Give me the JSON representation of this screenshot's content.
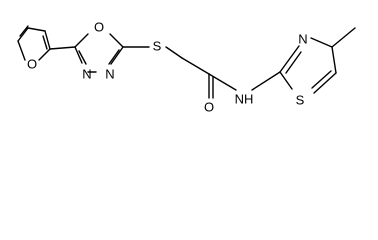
{
  "molecule": {
    "atoms": {
      "furan_O": "O",
      "oxadiazole_O": "O",
      "oxadiazole_N1": "N",
      "oxadiazole_N2": "N",
      "thioether_S": "S",
      "carbonyl_O": "O",
      "amide_NH": "NH",
      "thiazole_N": "N",
      "thiazole_S": "S"
    }
  }
}
